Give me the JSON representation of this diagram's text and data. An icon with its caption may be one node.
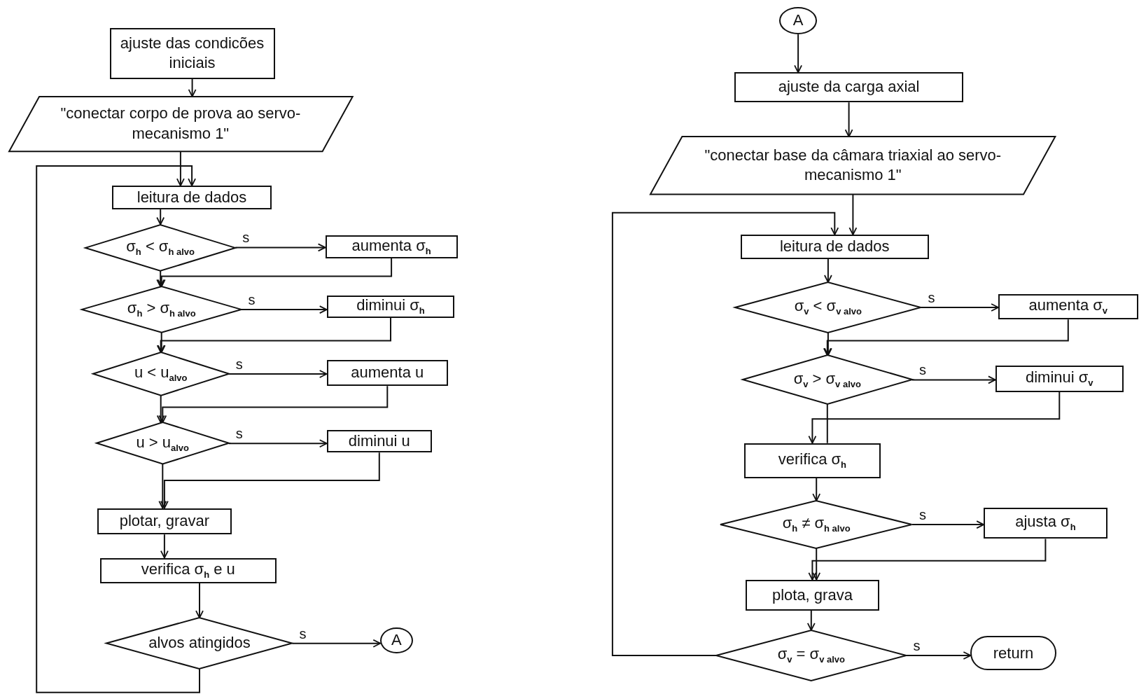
{
  "diagram": {
    "nodes": [
      {
        "text": [
          "ajuste das condicões iniciais"
        ]
      },
      {
        "text": [
          "\"conectar corpo de prova ao servo-mecanismo 1\""
        ]
      },
      {
        "text": [
          "leitura de dados"
        ]
      },
      {
        "text": [
          "σ$_{h}$ < σ$_{h alvo}$"
        ]
      },
      {
        "text": [
          "aumenta σ$_{h}$"
        ]
      },
      {
        "text": [
          "σ$_{h}$ > σ$_{h alvo}$"
        ]
      },
      {
        "text": [
          "diminui σ$_{h}$"
        ]
      },
      {
        "text": [
          "u < u$_{alvo}$"
        ]
      },
      {
        "text": [
          "aumenta u"
        ]
      },
      {
        "text": [
          "u > u$_{alvo}$"
        ]
      },
      {
        "text": [
          "diminui u"
        ]
      },
      {
        "text": [
          "plotar, gravar"
        ]
      },
      {
        "text": [
          "verifica σ$_{h}$ e u"
        ]
      },
      {
        "text": [
          "alvos atingidos"
        ]
      },
      {
        "text": [
          "A"
        ]
      },
      {
        "text": [
          "A"
        ]
      },
      {
        "text": [
          "ajuste da carga axial"
        ]
      },
      {
        "text": [
          "\"conectar base da câmara triaxial ao servo-mecanismo 1\""
        ]
      },
      {
        "text": [
          "leitura de dados"
        ]
      },
      {
        "text": [
          "σ$_{v}$ < σ$_{v alvo}$"
        ]
      },
      {
        "text": [
          "aumenta σ$_{v}$"
        ]
      },
      {
        "text": [
          "σ$_{v}$ > σ$_{v alvo}$"
        ]
      },
      {
        "text": [
          "diminui σ$_{v}$"
        ]
      },
      {
        "text": [
          "verifica σ$_{h}$"
        ]
      },
      {
        "text": [
          "σ$_{h}$ ≠ σ$_{h alvo}$"
        ]
      },
      {
        "text": [
          "ajusta σ$_{h}$"
        ]
      },
      {
        "text": [
          "plota, grava"
        ]
      },
      {
        "text": [
          "σ$_{v}$ = σ$_{v alvo}$"
        ]
      },
      {
        "text": [
          "return"
        ]
      }
    ],
    "edges": [
      {
        "from": 0,
        "to": 1,
        "arrow": "to"
      },
      {
        "from": 1,
        "to": 2,
        "arrow": "to"
      },
      {
        "from": 2,
        "to": 3,
        "arrow": "to"
      },
      {
        "from": 3,
        "to": 4,
        "arrow": "to",
        "label": "s"
      },
      {
        "from": 3,
        "to": 5,
        "arrow": "to"
      },
      {
        "from": 4,
        "to": 5,
        "arrow": "to"
      },
      {
        "from": 5,
        "to": 6,
        "arrow": "to",
        "label": "s"
      },
      {
        "from": 5,
        "to": 7,
        "arrow": "to"
      },
      {
        "from": 6,
        "to": 7,
        "arrow": "to"
      },
      {
        "from": 7,
        "to": 8,
        "arrow": "to",
        "label": "s"
      },
      {
        "from": 7,
        "to": 9,
        "arrow": "to"
      },
      {
        "from": 8,
        "to": 9,
        "arrow": "to"
      },
      {
        "from": 9,
        "to": 10,
        "arrow": "to",
        "label": "s"
      },
      {
        "from": 9,
        "to": 11,
        "arrow": "to"
      },
      {
        "from": 10,
        "to": 11,
        "arrow": "to"
      },
      {
        "from": 11,
        "to": 12,
        "arrow": "to"
      },
      {
        "from": 12,
        "to": 13,
        "arrow": "to"
      },
      {
        "from": 13,
        "to": 14,
        "arrow": "to",
        "label": "s"
      },
      {
        "from": 13,
        "to": 2,
        "arrow": "to"
      },
      {
        "from": 15,
        "to": 16,
        "arrow": "to"
      },
      {
        "from": 16,
        "to": 17,
        "arrow": "to"
      },
      {
        "from": 17,
        "to": 18,
        "arrow": "to"
      },
      {
        "from": 18,
        "to": 19,
        "arrow": "to"
      },
      {
        "from": 19,
        "to": 20,
        "arrow": "to",
        "label": "s"
      },
      {
        "from": 19,
        "to": 21,
        "arrow": "to"
      },
      {
        "from": 20,
        "to": 21,
        "arrow": "to"
      },
      {
        "from": 21,
        "to": 23,
        "arrow": "none"
      },
      {
        "from": 22,
        "to": 23,
        "arrow": "to"
      },
      {
        "from": 23,
        "to": 24,
        "arrow": "to"
      },
      {
        "from": 24,
        "to": 25,
        "arrow": "to",
        "label": "s"
      },
      {
        "from": 24,
        "to": 26,
        "arrow": "to"
      },
      {
        "from": 25,
        "to": 26,
        "arrow": "to"
      },
      {
        "from": 26,
        "to": 27,
        "arrow": "to"
      },
      {
        "from": 27,
        "to": 28,
        "arrow": "to",
        "label": "s"
      },
      {
        "from": 27,
        "to": 18,
        "arrow": "to"
      },
      {
        "from": 21,
        "to": 22,
        "arrow": "to",
        "label": "s"
      }
    ]
  }
}
